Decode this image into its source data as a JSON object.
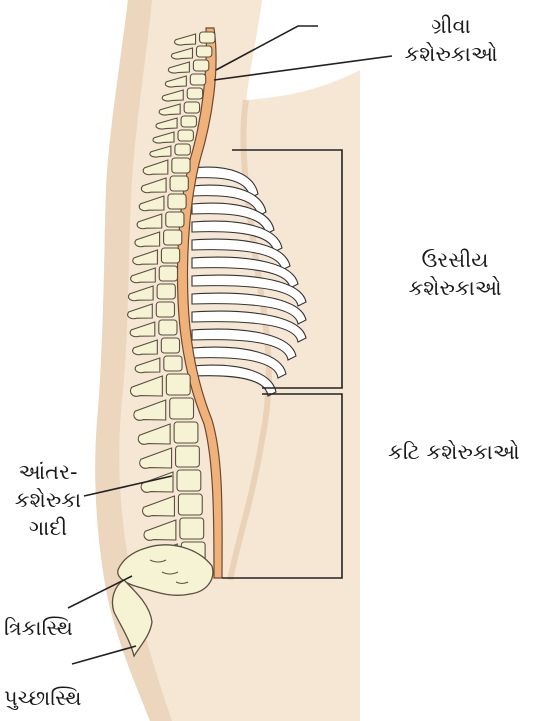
{
  "labels": {
    "cervical": [
      "ગ્રીવા",
      "કશેરુકાઓ"
    ],
    "thoracic": [
      "ઉરસીય",
      "કશેરુકાઓ"
    ],
    "lumbar": "કટિ કશેરુકાઓ",
    "disc": [
      "આંતર-",
      "કશેરુકા",
      "ગાદી"
    ],
    "sacrum": "ત્રિકાસ્થિ",
    "coccyx": "પુચ્છાસ્થિ"
  },
  "colors": {
    "body": "#f6e6d4",
    "body_shade": "#ead2b8",
    "bone": "#f6f2d4",
    "bone_outline": "#5a5040",
    "cord": "#f0b27a",
    "rib": "#ffffff",
    "line": "#222222"
  }
}
